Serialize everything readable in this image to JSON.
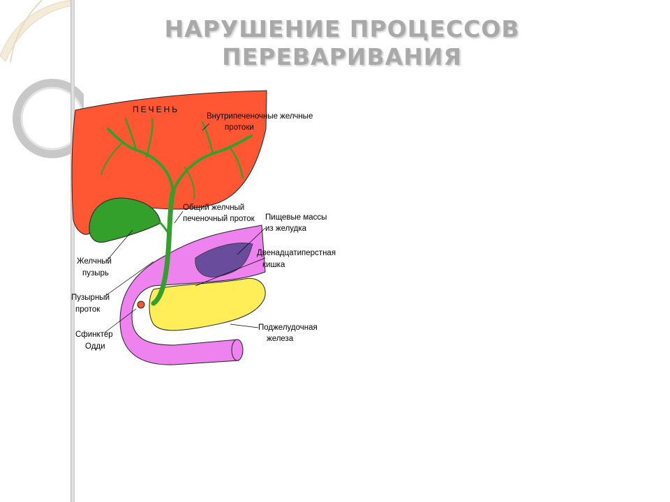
{
  "slide": {
    "title_line1": "НАРУШЕНИЕ ПРОЦЕССОВ",
    "title_line2": "ПЕРЕВАРИВАНИЯ"
  },
  "diagram": {
    "liver": "ПЕЧЕНЬ",
    "intrahepatic_ducts": [
      "Внутрипеченочные желчные",
      "протоки"
    ],
    "common_hepatic_duct": [
      "Общий  желчный",
      "печеночный проток"
    ],
    "food_masses": [
      "Пищевые массы",
      "из желудка"
    ],
    "duodenum": [
      "Двенадцатиперстная",
      "кишка"
    ],
    "gallbladder": [
      "Желчный",
      "пузырь"
    ],
    "cystic_duct": [
      "Пузырный",
      "проток"
    ],
    "sphincter": [
      "Сфинктер",
      "Одди"
    ],
    "pancreas": [
      "Поджелудочная",
      "железа"
    ]
  },
  "colors": {
    "liver": "#ff5733",
    "gallbladder_duct": "#33a02c",
    "duodenum": "#ee82ee",
    "food": "#6a4c9c",
    "pancreas": "#ffee58",
    "title": "#a9a9a9"
  }
}
